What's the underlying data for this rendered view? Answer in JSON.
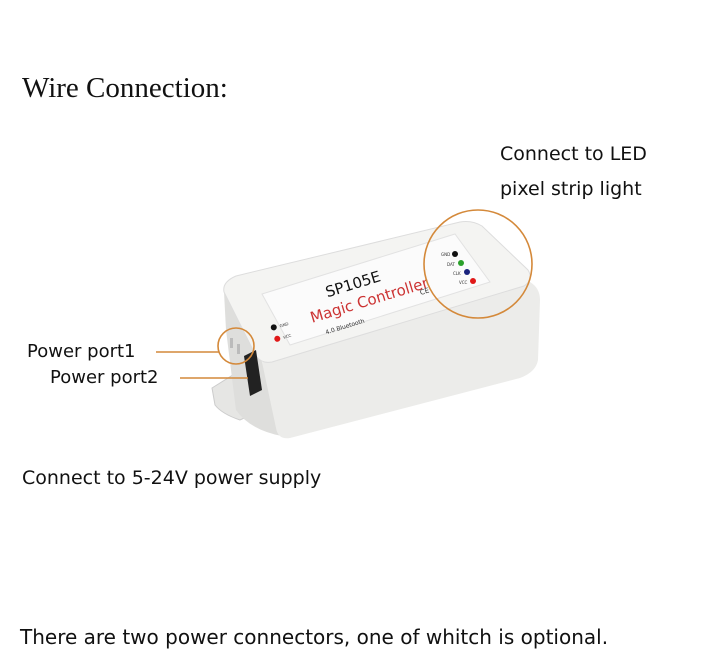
{
  "title": "Wire Connection:",
  "labels": {
    "led_line1": "Connect to LED",
    "led_line2": "pixel strip light",
    "power_port1": "Power port1",
    "power_port2": "Power port2",
    "power_supply": "Connect to 5-24V power supply",
    "note": "There are two power connectors, one of whitch is optional."
  },
  "device": {
    "model": "SP105E",
    "name": "Magic Controller",
    "bluetooth": "4.0 Bluetooth",
    "left_pins": [
      "GND",
      "VCC"
    ],
    "right_pins": [
      "GND",
      "DAT",
      "CLK",
      "VCC"
    ],
    "cert": "CE"
  },
  "colors": {
    "callout": "#d4893a",
    "pin_gnd": "#111111",
    "pin_dat": "#2aa02a",
    "pin_clk": "#1a237e",
    "pin_vcc": "#e01818"
  }
}
